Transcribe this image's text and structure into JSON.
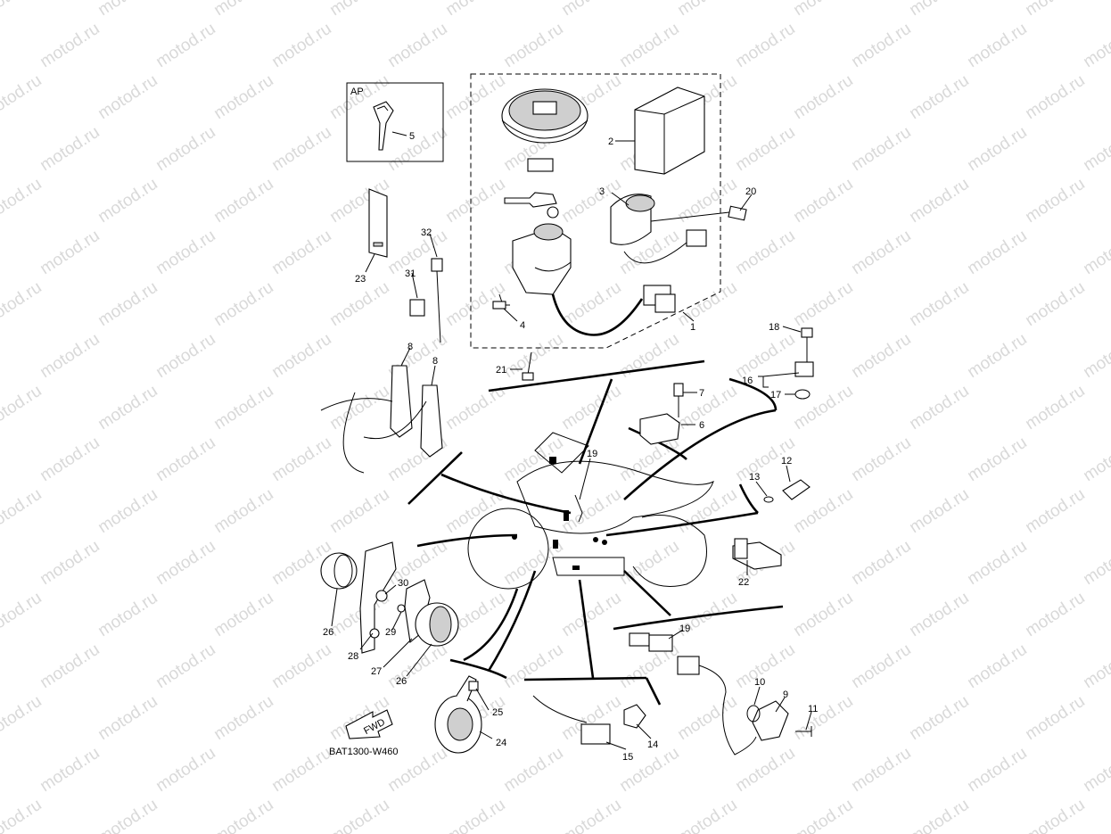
{
  "diagram": {
    "watermark": "motod.ru",
    "code": "BAT1300-W460",
    "ap_label": "AP",
    "fwd_label": "FWD",
    "callouts": [
      {
        "id": "c1",
        "label": "1"
      },
      {
        "id": "c2",
        "label": "2"
      },
      {
        "id": "c3",
        "label": "3"
      },
      {
        "id": "c4",
        "label": "4"
      },
      {
        "id": "c5",
        "label": "5"
      },
      {
        "id": "c6",
        "label": "6"
      },
      {
        "id": "c7",
        "label": "7"
      },
      {
        "id": "c8a",
        "label": "8"
      },
      {
        "id": "c8b",
        "label": "8"
      },
      {
        "id": "c9",
        "label": "9"
      },
      {
        "id": "c10",
        "label": "10"
      },
      {
        "id": "c11",
        "label": "11"
      },
      {
        "id": "c12",
        "label": "12"
      },
      {
        "id": "c13",
        "label": "13"
      },
      {
        "id": "c14",
        "label": "14"
      },
      {
        "id": "c15",
        "label": "15"
      },
      {
        "id": "c16",
        "label": "16"
      },
      {
        "id": "c17",
        "label": "17"
      },
      {
        "id": "c18",
        "label": "18"
      },
      {
        "id": "c19a",
        "label": "19"
      },
      {
        "id": "c19b",
        "label": "19"
      },
      {
        "id": "c20",
        "label": "20"
      },
      {
        "id": "c21",
        "label": "21"
      },
      {
        "id": "c22",
        "label": "22"
      },
      {
        "id": "c23",
        "label": "23"
      },
      {
        "id": "c24",
        "label": "24"
      },
      {
        "id": "c25",
        "label": "25"
      },
      {
        "id": "c26a",
        "label": "26"
      },
      {
        "id": "c26b",
        "label": "26"
      },
      {
        "id": "c27",
        "label": "27"
      },
      {
        "id": "c28",
        "label": "28"
      },
      {
        "id": "c29",
        "label": "29"
      },
      {
        "id": "c30",
        "label": "30"
      },
      {
        "id": "c31",
        "label": "31"
      },
      {
        "id": "c32",
        "label": "32"
      }
    ]
  }
}
